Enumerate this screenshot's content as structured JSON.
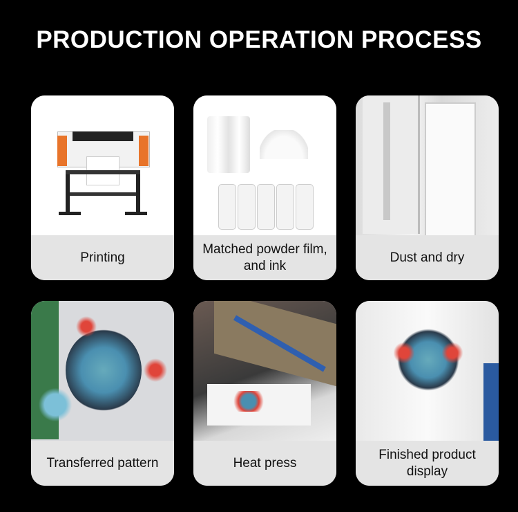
{
  "title": "PRODUCTION OPERATION PROCESS",
  "steps": [
    {
      "label": "Printing",
      "image": "dtf-printer-image"
    },
    {
      "label": "Matched powder film, and ink",
      "image": "film-powder-ink-image"
    },
    {
      "label": "Dust and dry",
      "image": "powder-shaker-dryer-image"
    },
    {
      "label": "Transferred pattern",
      "image": "transfer-film-pattern-image"
    },
    {
      "label": "Heat press",
      "image": "heat-press-image"
    },
    {
      "label": "Finished product display",
      "image": "printed-tshirt-image"
    }
  ]
}
